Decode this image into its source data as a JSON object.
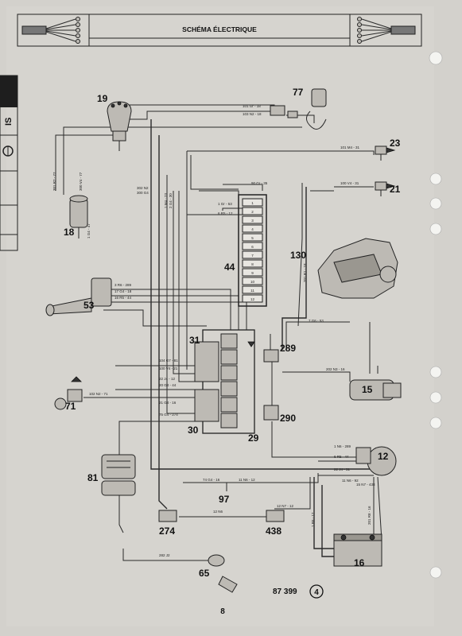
{
  "header": {
    "title": "SCHÉMA ÉLECTRIQUE"
  },
  "side_tab": {
    "text": "IS"
  },
  "components": [
    {
      "id": "c19",
      "label": "19"
    },
    {
      "id": "c77",
      "label": "77"
    },
    {
      "id": "c23",
      "label": "23"
    },
    {
      "id": "c21",
      "label": "21"
    },
    {
      "id": "c18",
      "label": "18"
    },
    {
      "id": "c44",
      "label": "44"
    },
    {
      "id": "c130",
      "label": "130"
    },
    {
      "id": "c53",
      "label": "53"
    },
    {
      "id": "c31",
      "label": "31"
    },
    {
      "id": "c289",
      "label": "289"
    },
    {
      "id": "c15",
      "label": "15"
    },
    {
      "id": "c71",
      "label": "71"
    },
    {
      "id": "c30",
      "label": "30"
    },
    {
      "id": "c29",
      "label": "29"
    },
    {
      "id": "c290",
      "label": "290"
    },
    {
      "id": "c12",
      "label": "12"
    },
    {
      "id": "c81",
      "label": "81"
    },
    {
      "id": "c97",
      "label": "97"
    },
    {
      "id": "c274",
      "label": "274"
    },
    {
      "id": "c438",
      "label": "438"
    },
    {
      "id": "c16",
      "label": "16"
    },
    {
      "id": "c65",
      "label": "65"
    }
  ],
  "connector_pins": [
    "1",
    "2",
    "3",
    "4",
    "5",
    "6",
    "7",
    "8",
    "9",
    "10",
    "11",
    "12"
  ],
  "wire_labels": [
    "101 Gr - 18",
    "103 N2 - 18",
    "101 M4 - 31",
    "100 V4 - 31",
    "90 Gr - 35",
    "1 Gr - 53",
    "6 R5 - 12",
    "302 N2",
    "300 G4",
    "1 M4 - 23",
    "2 G4 - 30",
    "301 R2 - 77",
    "300 V4 - 77",
    "1 G4 - 47",
    "3 R6 - 289",
    "17 G4 - 18",
    "16 R5 - 44",
    "104 G7 - 81",
    "100 V4 - 21",
    "22 J4 - 12",
    "20 G4 - 44",
    "102 N2 - 71",
    "21 G4 - 16",
    "75 G4 - 274",
    "7 G6 - 53",
    "202 N3 - 16",
    "1 N6 - 289",
    "6 R5 - 44",
    "22 J4 - 31",
    "11 N6 - 92",
    "15 N7 - 438",
    "74 G4 - 16",
    "11 N6 - 12",
    "12 N6",
    "12 N7 - 12",
    "282 J2",
    "1 R6 - 12",
    "201 R1 - 18",
    "201 R8 - 16"
  ],
  "footer": {
    "reference": "87 399",
    "sheet": "4",
    "page_number": "8"
  }
}
